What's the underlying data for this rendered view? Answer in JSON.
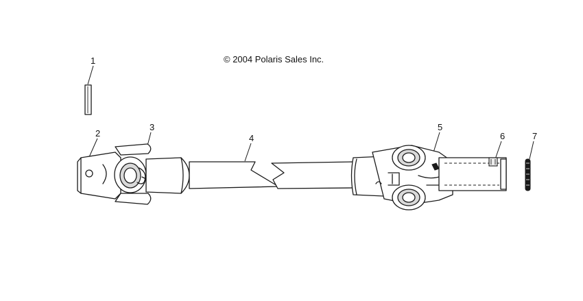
{
  "copyright": "© 2004 Polaris Sales Inc.",
  "callouts": [
    {
      "id": "1",
      "label": "1"
    },
    {
      "id": "2",
      "label": "2"
    },
    {
      "id": "3",
      "label": "3"
    },
    {
      "id": "4",
      "label": "4"
    },
    {
      "id": "5",
      "label": "5"
    },
    {
      "id": "6",
      "label": "6"
    },
    {
      "id": "7",
      "label": "7"
    }
  ]
}
